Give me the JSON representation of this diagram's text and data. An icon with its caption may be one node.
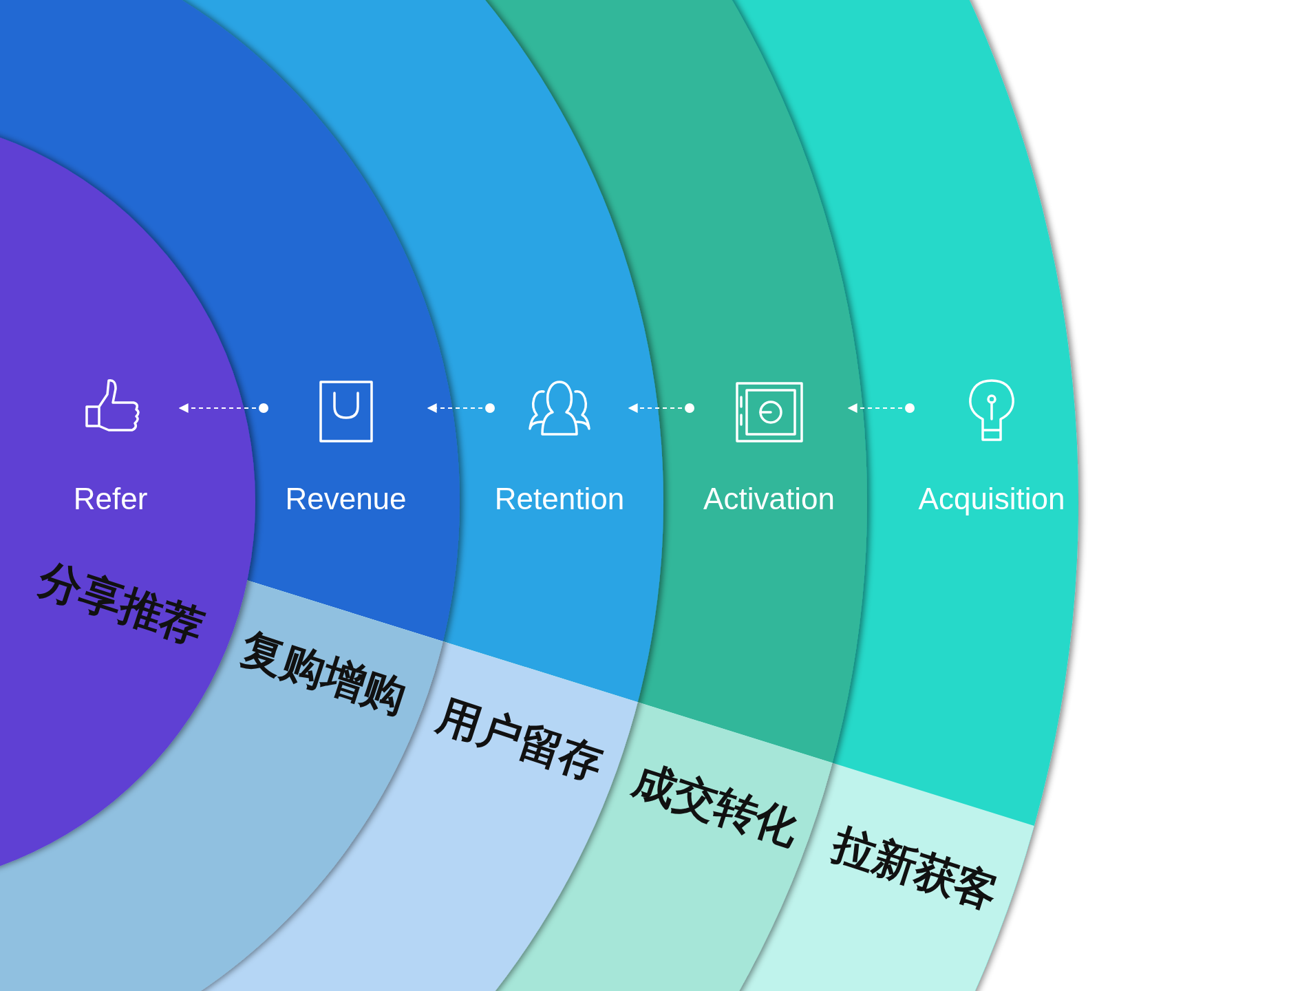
{
  "diagram": {
    "nodes": [
      {
        "text": [
          "Refer"
        ]
      },
      {
        "text": [
          "Revenue"
        ]
      },
      {
        "text": [
          "Retention"
        ]
      },
      {
        "text": [
          "Activation"
        ]
      },
      {
        "text": [
          "Acquisition"
        ]
      }
    ],
    "edges": [
      {
        "from": 1,
        "to": 0,
        "arrow": "to",
        "style": "dashed"
      },
      {
        "from": 2,
        "to": 1,
        "arrow": "to",
        "style": "dashed"
      },
      {
        "from": 3,
        "to": 2,
        "arrow": "to",
        "style": "dashed"
      },
      {
        "from": 4,
        "to": 3,
        "arrow": "to",
        "style": "dashed"
      }
    ],
    "labels": [
      "分享推荐",
      "复购增购",
      "用户留存",
      "成交转化",
      "拉新获客"
    ]
  }
}
